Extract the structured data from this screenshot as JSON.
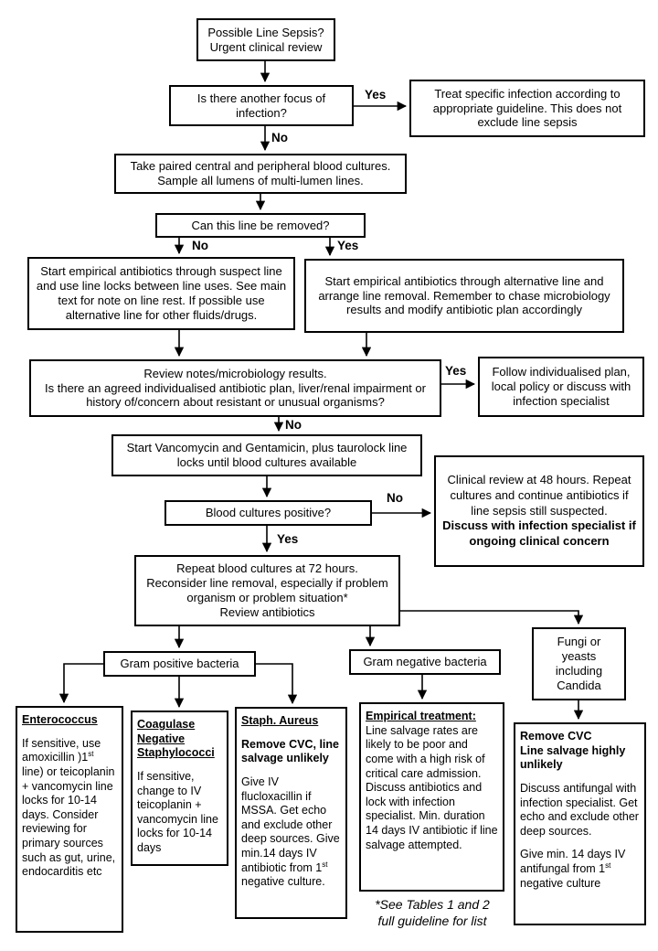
{
  "colors": {
    "border": "#000000",
    "background": "#ffffff",
    "text": "#000000"
  },
  "nodes": {
    "start": "Possible Line Sepsis?\nUrgent clinical review",
    "another_focus": "Is there another focus of\ninfection?",
    "treat_specific": "Treat specific infection according to appropriate guideline. This does not exclude line sepsis",
    "take_cultures": "Take paired central and peripheral blood cultures.\nSample all lumens of multi-lumen lines.",
    "line_removed": "Can this line be removed?",
    "suspect_line": "Start empirical antibiotics through suspect line and use line locks between line uses. See main text for note on line rest.  If possible use alternative line for other fluids/drugs.",
    "alternative_line": "Start empirical antibiotics through alternative line and arrange line removal. Remember to chase microbiology results and modify antibiotic plan accordingly",
    "review_notes": "Review notes/microbiology results.\nIs there an agreed individualised antibiotic plan, liver/renal impairment or history of/concern about resistant or unusual organisms?",
    "follow_plan": "Follow individualised plan, local policy or discuss with infection specialist",
    "start_vanc": "Start Vancomycin and Gentamicin, plus taurolock line locks until blood cultures available",
    "cultures_positive": "Blood cultures positive?",
    "clinical_review_48": {
      "body": "Clinical review at 48 hours. Repeat cultures and continue antibiotics if line sepsis still suspected.",
      "bold": "Discuss with infection specialist if ongoing clinical concern"
    },
    "repeat_72": "Repeat blood cultures at 72 hours.\nReconsider line removal, especially if problem organism or problem situation*\nReview antibiotics",
    "gram_positive": "Gram positive bacteria",
    "gram_negative": "Gram negative bacteria",
    "fungi": "Fungi or\nyeasts\nincluding\nCandida",
    "enterococcus": {
      "title": "Enterococcus",
      "body_pre": "If sensitive, use amoxicillin )1",
      "sup": "st",
      "body_post": " line)  or teicoplanin  + vancomycin line locks for 10-14 days. Consider reviewing for primary sources such as gut, urine, endocarditis etc"
    },
    "cons": {
      "title": "Coagulase Negative Staphylococci",
      "body": "If sensitive, change to IV teicoplanin + vancomycin line locks for 10-14  days"
    },
    "staph_aureus": {
      "title": "Staph. Aureus",
      "bold": "Remove CVC, line salvage unlikely",
      "body_pre": "Give IV flucloxacillin if MSSA. Get echo and exclude other deep sources. Give min.14 days IV antibiotic from 1",
      "sup": "st",
      "body_post": " negative culture."
    },
    "empirical": {
      "title": "Empirical treatment:",
      "body": "Line salvage rates are likely to be poor and come with a high risk of critical care admission. Discuss antibiotics and lock with infection specialist. Min. duration 14 days IV antibiotic if line salvage attempted."
    },
    "remove_cvc": {
      "bold": "Remove CVC\nLine salvage highly unlikely",
      "body1": "Discuss antifungal with infection specialist. Get echo and exclude other deep sources.",
      "body2_pre": "Give min. 14 days IV antifungal from 1",
      "sup": "st",
      "body2_post": " negative culture"
    }
  },
  "edge_labels": {
    "yes_focus": "Yes",
    "no_focus": "No",
    "no_removed": "No",
    "yes_removed": "Yes",
    "yes_plan": "Yes",
    "no_plan": "No",
    "no_positive": "No",
    "yes_positive": "Yes"
  },
  "footnote": "*See Tables 1 and 2\nfull guideline for list"
}
